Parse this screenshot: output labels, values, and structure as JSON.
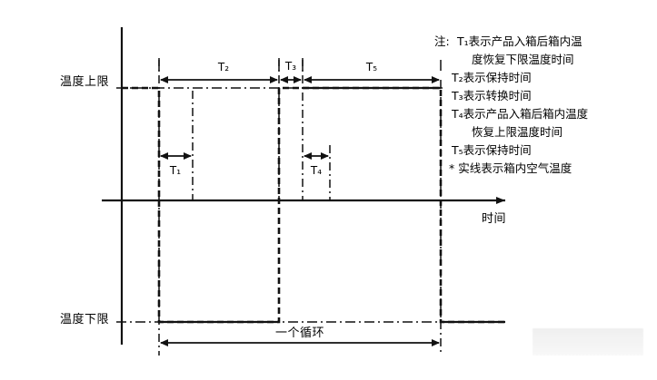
{
  "figure": {
    "axis": {
      "y_upper_label": "温度上限",
      "y_lower_label": "温度下限",
      "x_axis_label": "时间"
    },
    "spans": {
      "t1": "T₁",
      "t2": "T₂",
      "t3": "T₃",
      "t4": "T₄",
      "t5": "T₅",
      "cycle": "一个循环"
    },
    "legend": {
      "prefix": "注:",
      "lines": [
        "T₁表示产品入箱后箱内温",
        "度恢复下限温度时间",
        "T₂表示保持时间",
        "T₃表示转换时间",
        "T₄表示产品入箱后箱内温度",
        "恢复上限温度时间",
        "T₅表示保持时间",
        "* 实线表示箱内空气温度"
      ]
    },
    "colors": {
      "ink": "#111111",
      "watermark": "#ededed"
    }
  },
  "chart_data": {
    "type": "line",
    "title": "",
    "xlabel": "时间",
    "ylabel": "",
    "grid": false,
    "legend_position": "right",
    "y_levels": {
      "upper_limit": "温度上限",
      "zero_axis": "0",
      "lower_limit": "温度下限"
    },
    "series": [
      {
        "name": "箱内空气温度",
        "style": "solid",
        "points": [
          {
            "x": 0,
            "y": "upper"
          },
          {
            "x": 170,
            "y": "upper"
          },
          {
            "x": 170,
            "y": "lower"
          },
          {
            "x": 307,
            "y": "lower"
          },
          {
            "x": 307,
            "y": "upper"
          },
          {
            "x": 485,
            "y": "upper"
          },
          {
            "x": 485,
            "y": "lower"
          },
          {
            "x": 560,
            "y": "lower"
          }
        ]
      }
    ],
    "annotations": [
      {
        "label": "T₁",
        "type": "span",
        "from": 170,
        "to": 212,
        "level": "mid-upper"
      },
      {
        "label": "T₂",
        "type": "span",
        "from": 175,
        "to": 307,
        "level": "top"
      },
      {
        "label": "T₃",
        "type": "span",
        "from": 307,
        "to": 330,
        "level": "top"
      },
      {
        "label": "T₄",
        "type": "span",
        "from": 330,
        "to": 363,
        "level": "mid-upper"
      },
      {
        "label": "T₅",
        "type": "span",
        "from": 333,
        "to": 485,
        "level": "top"
      },
      {
        "label": "一个循环",
        "type": "span",
        "from": 175,
        "to": 485,
        "level": "bottom"
      }
    ]
  }
}
